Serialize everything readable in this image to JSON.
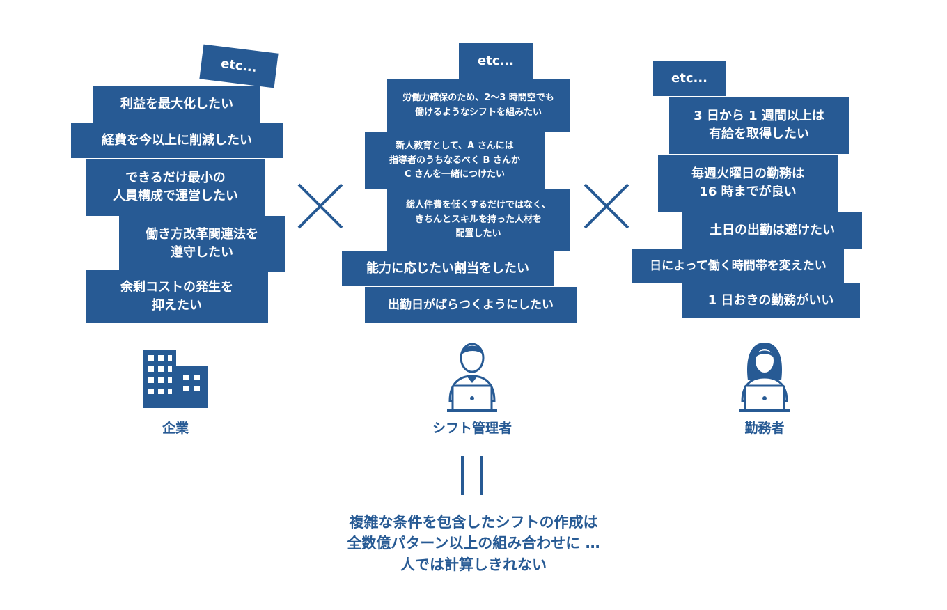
{
  "accent_color": "#275a94",
  "columns": [
    {
      "caption": "企業",
      "icon": "building-icon",
      "etc": "etc...",
      "items": [
        "利益を最大化したい",
        "経費を今以上に削減したい",
        "できるだけ最小の\n人員構成で運営したい",
        "働き方改革関連法を\n遵守したい",
        "余剰コストの発生を\n抑えたい"
      ]
    },
    {
      "caption": "シフト管理者",
      "icon": "manager-with-laptop-icon",
      "etc": "etc...",
      "items": [
        "労働力確保のため、2〜3 時間空でも\n働けるようなシフトを組みたい",
        "新人教育として、A さんには\n指導者のうちなるべく B さんか\nC さんを一緒につけたい",
        "総人件費を低くするだけではなく、\nきちんとスキルを持った人材を\n配置したい",
        "能力に応じたい割当をしたい",
        "出勤日がばらつくようにしたい"
      ]
    },
    {
      "caption": "勤務者",
      "icon": "worker-with-laptop-icon",
      "etc": "etc...",
      "items": [
        "3 日から 1 週間以上は\n有給を取得したい",
        "毎週火曜日の勤務は\n16 時までが良い",
        "土日の出勤は避けたい",
        "日によって働く時間帯を変えたい",
        "1 日おきの勤務がいい"
      ]
    }
  ],
  "operators": {
    "multiply": "multiply-icon",
    "equals": "equals-icon"
  },
  "conclusion": [
    "複雑な条件を包含したシフトの作成は",
    "全数億パターン以上の組み合わせに …",
    "人では計算しきれない"
  ]
}
